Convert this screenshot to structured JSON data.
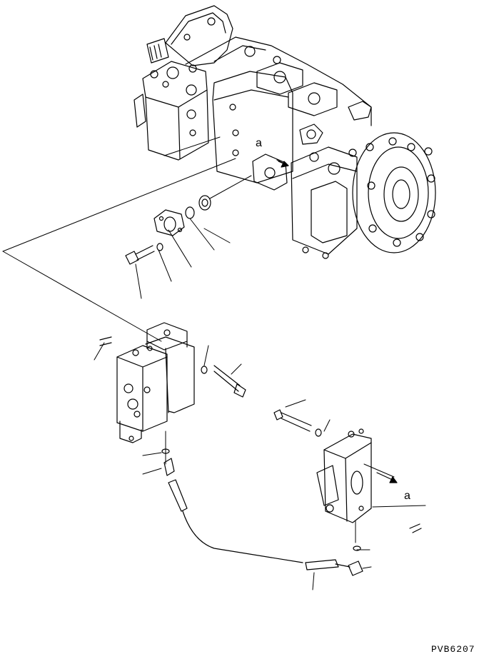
{
  "drawing": {
    "code": "PVB6207"
  },
  "callouts": {
    "view_ref_upper": "a",
    "view_ref_lower": "a"
  }
}
